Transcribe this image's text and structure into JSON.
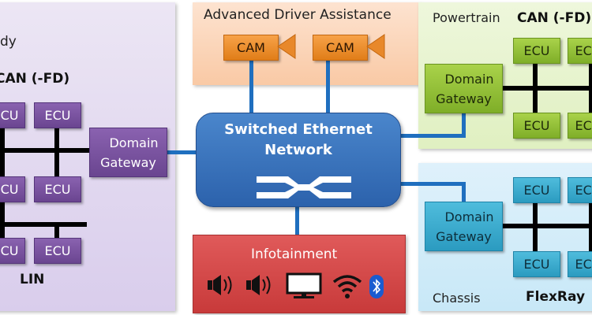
{
  "colors": {
    "body_domain": "#d9cdec",
    "adas_domain": "#f9c9a5",
    "powertrain_domain": "#e0f0c1",
    "chassis_domain": "#c8e8f7",
    "infotainment_domain": "#c83a3a",
    "ethernet_link": "#1f6fbf",
    "bus_line": "#000000"
  },
  "body": {
    "title": "Body",
    "visible_title": "dy",
    "bus_can": "CAN (-FD)",
    "bus_lin": "LIN",
    "ecus": [
      "ECU",
      "ECU",
      "ECU",
      "ECU",
      "ECU",
      "ECU"
    ],
    "gateway": [
      "Domain",
      "Gateway"
    ]
  },
  "adas": {
    "title": "Advanced Driver Assistance",
    "cameras": [
      "CAM",
      "CAM"
    ]
  },
  "switch": {
    "title_line1": "Switched Ethernet",
    "title_line2": "Network",
    "icon": "network-switch-icon"
  },
  "infotainment": {
    "title": "Infotainment",
    "icons": [
      "speaker-icon",
      "speaker-icon",
      "monitor-icon",
      "wifi-icon",
      "bluetooth-icon"
    ]
  },
  "powertrain": {
    "title": "Powertrain",
    "bus": "CAN (-FD)",
    "ecus": [
      "ECU",
      "ECU",
      "ECU",
      "ECU"
    ],
    "gateway": [
      "Domain",
      "Gateway"
    ]
  },
  "chassis": {
    "title": "Chassis",
    "bus": "FlexRay",
    "ecus": [
      "ECU",
      "ECU",
      "ECU",
      "ECU"
    ],
    "gateway": [
      "Domain",
      "Gateway"
    ]
  }
}
